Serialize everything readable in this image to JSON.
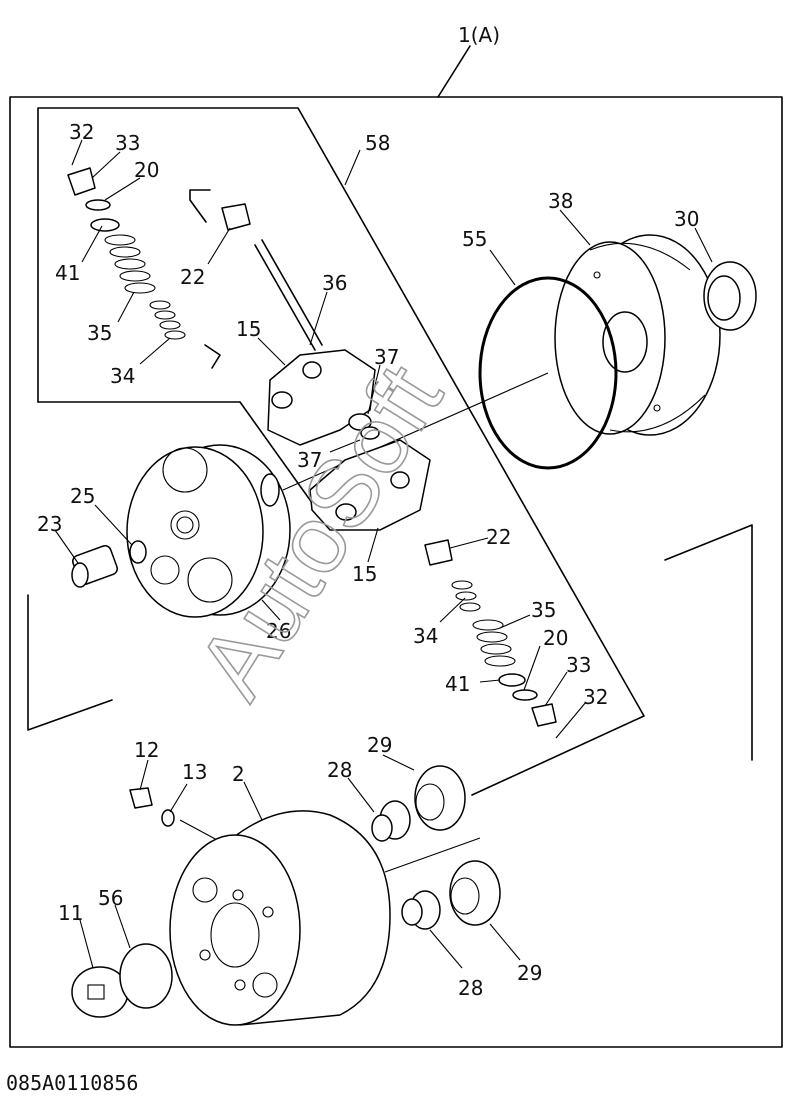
{
  "assembly_label": "1(A)",
  "diagram_code": "085A0110856",
  "watermark": "AutoSoft",
  "callouts": {
    "c32a": "32",
    "c33a": "33",
    "c20a": "20",
    "c41a": "41",
    "c35a": "35",
    "c34a": "34",
    "c22a": "22",
    "c36": "36",
    "c15a": "15",
    "c37a": "37",
    "c37b": "37",
    "c58": "58",
    "c55": "55",
    "c38": "38",
    "c30": "30",
    "c25": "25",
    "c23": "23",
    "c26": "26",
    "c15b": "15",
    "c22b": "22",
    "c35b": "35",
    "c34b": "34",
    "c20b": "20",
    "c41b": "41",
    "c33b": "33",
    "c32b": "32",
    "c12": "12",
    "c13": "13",
    "c2": "2",
    "c28a": "28",
    "c29a": "29",
    "c11": "11",
    "c56": "56",
    "c28b": "28",
    "c29b": "29"
  }
}
